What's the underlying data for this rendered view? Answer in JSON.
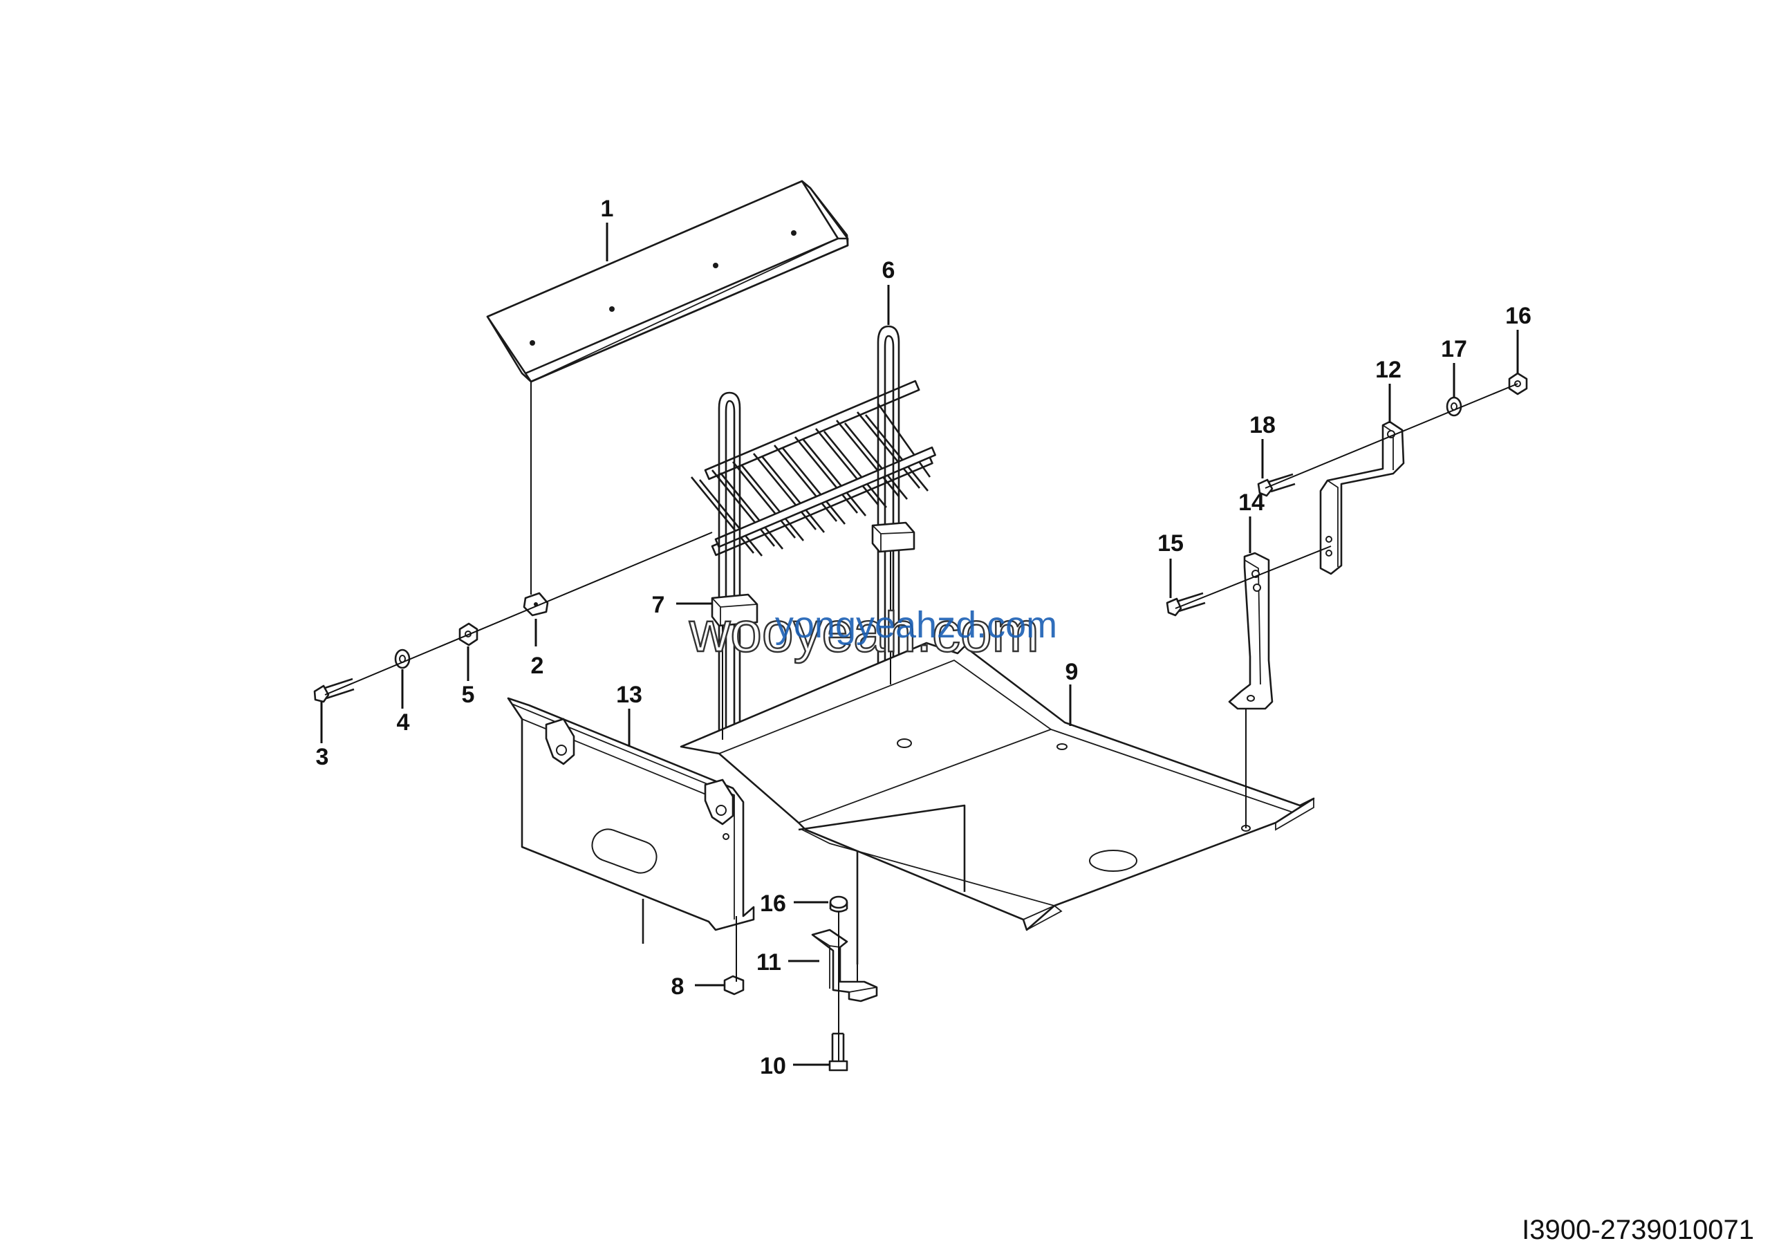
{
  "diagram": {
    "callouts": [
      {
        "id": "1",
        "label": "1"
      },
      {
        "id": "2",
        "label": "2"
      },
      {
        "id": "3",
        "label": "3"
      },
      {
        "id": "4",
        "label": "4"
      },
      {
        "id": "5",
        "label": "5"
      },
      {
        "id": "6",
        "label": "6"
      },
      {
        "id": "7",
        "label": "7"
      },
      {
        "id": "8",
        "label": "8"
      },
      {
        "id": "9",
        "label": "9"
      },
      {
        "id": "10",
        "label": "10"
      },
      {
        "id": "11",
        "label": "11"
      },
      {
        "id": "12",
        "label": "12"
      },
      {
        "id": "13",
        "label": "13"
      },
      {
        "id": "14",
        "label": "14"
      },
      {
        "id": "15",
        "label": "15"
      },
      {
        "id": "16a",
        "label": "16"
      },
      {
        "id": "16b",
        "label": "16"
      },
      {
        "id": "17",
        "label": "17"
      },
      {
        "id": "18",
        "label": "18"
      }
    ],
    "watermark": {
      "primary": "wooyeah.com",
      "secondary": "yongyeahzd.com"
    },
    "reference_code": "I3900-2739010071",
    "colors": {
      "line": "#1a1a1a",
      "watermark_blue": "#1a5fb4"
    }
  }
}
